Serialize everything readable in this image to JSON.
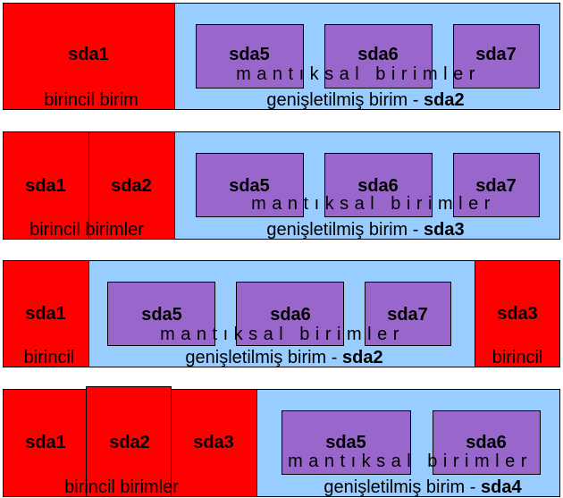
{
  "colors": {
    "primary": "#ff0000",
    "extended": "#99ccff",
    "logical": "#9966cc"
  },
  "diagrams": [
    {
      "primary_labels": [
        "sda1"
      ],
      "primary_caption": "birincil birim",
      "logical_labels": [
        "sda5",
        "sda6",
        "sda7"
      ],
      "logical_caption": "mantıksal birimler",
      "extended_caption": "genişletilmiş birim - ",
      "extended_device": "sda2"
    },
    {
      "primary_labels": [
        "sda1",
        "sda2"
      ],
      "primary_caption": "birincil birimler",
      "logical_labels": [
        "sda5",
        "sda6",
        "sda7"
      ],
      "logical_caption": "mantıksal birimler",
      "extended_caption": "genişletilmiş birim - ",
      "extended_device": "sda3"
    },
    {
      "primary_labels": [
        "sda1",
        "sda3"
      ],
      "primary_captions": [
        "birincil",
        "birincil"
      ],
      "logical_labels": [
        "sda5",
        "sda6",
        "sda7"
      ],
      "logical_caption": "mantıksal birimler",
      "extended_caption": "genişletilmiş birim - ",
      "extended_device": "sda2"
    },
    {
      "primary_labels": [
        "sda1",
        "sda2",
        "sda3"
      ],
      "primary_caption": "birincil birimler",
      "logical_labels": [
        "sda5",
        "sda6"
      ],
      "logical_caption": "mantıksal birimler",
      "extended_caption": "genişletilmiş birim - ",
      "extended_device": "sda4"
    }
  ]
}
